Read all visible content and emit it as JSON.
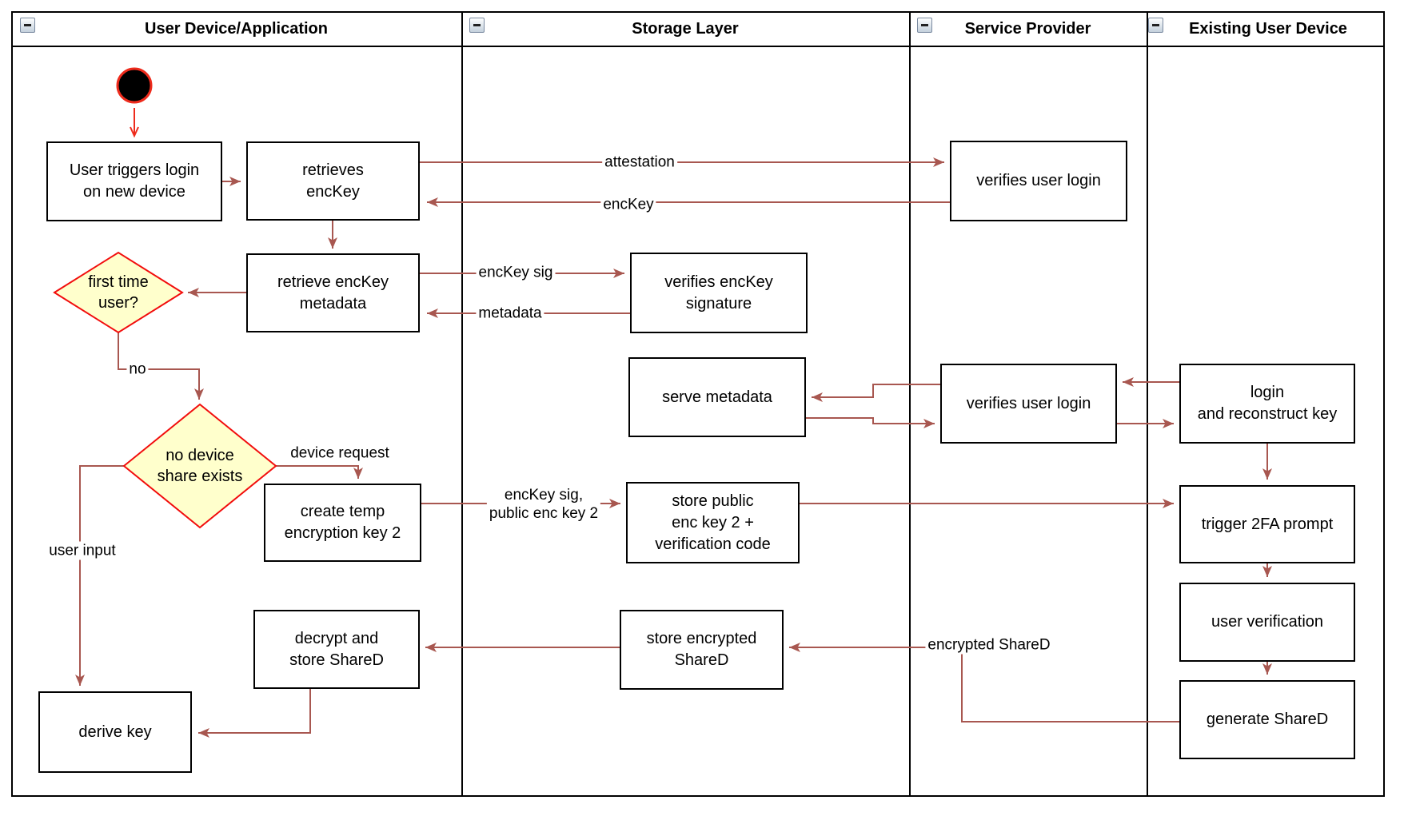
{
  "diagram": {
    "lanes": [
      {
        "title": "User Device/Application"
      },
      {
        "title": "Storage Layer"
      },
      {
        "title": "Service Provider"
      },
      {
        "title": "Existing User Device"
      }
    ],
    "nodes": {
      "user_triggers": {
        "label": "User triggers login\non new device"
      },
      "retrieves_enckey": {
        "label": "retrieves\nencKey"
      },
      "retrieve_metadata": {
        "label": "retrieve encKey\nmetadata"
      },
      "create_temp_key": {
        "label": "create temp\nencryption key 2"
      },
      "derive_key": {
        "label": "derive key"
      },
      "decrypt_store_shared": {
        "label": "decrypt and\nstore ShareD"
      },
      "verifies_enckey_sig": {
        "label": "verifies encKey\nsignature"
      },
      "serve_metadata": {
        "label": "serve metadata"
      },
      "verifies_user_login_top": {
        "label": "verifies user login"
      },
      "verifies_user_login_mid": {
        "label": "verifies user login"
      },
      "login_reconstruct": {
        "label": "login\nand reconstruct key"
      },
      "trigger_2fa": {
        "label": "trigger 2FA prompt"
      },
      "store_public_key": {
        "label": "store public\nenc key 2 +\nverification code"
      },
      "store_encrypted_shared": {
        "label": "store encrypted\nShareD"
      },
      "user_verification": {
        "label": "user verification"
      },
      "generate_shared": {
        "label": "generate ShareD"
      }
    },
    "decisions": {
      "first_time_user": {
        "label": "first time\nuser?"
      },
      "no_device_share": {
        "label": "no device\nshare exists"
      }
    },
    "edge_labels": {
      "attestation": "attestation",
      "enckey": "encKey",
      "enckey_sig": "encKey sig",
      "metadata": "metadata",
      "no": "no",
      "device_request": "device request",
      "user_input": "user input",
      "enckey_sig_public": "encKey sig,\npublic enc key 2",
      "encrypted_shared": "encrypted ShareD"
    },
    "colors": {
      "arrow": "#a85750",
      "start_accent": "#ee2b1c",
      "decision_border": "#f20d0d",
      "decision_fill": "#ffffcc",
      "shape_border": "#000000",
      "background": "#ffffff"
    }
  }
}
